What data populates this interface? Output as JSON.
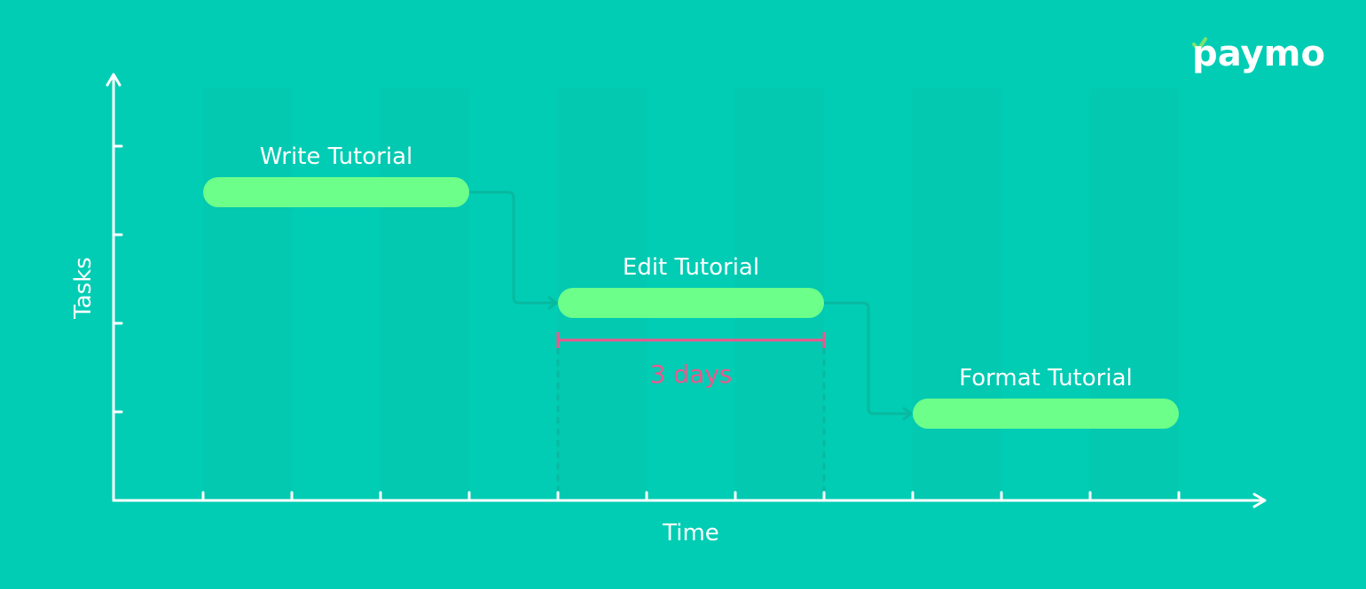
{
  "brand": {
    "name": "paymo",
    "check_color": "#7EE36A"
  },
  "axes": {
    "x_label": "Time",
    "y_label": "Tasks"
  },
  "tasks": [
    {
      "label": "Write Tutorial",
      "start": 1,
      "end": 4
    },
    {
      "label": "Edit Tutorial",
      "start": 5,
      "end": 8
    },
    {
      "label": "Format Tutorial",
      "start": 9,
      "end": 12
    }
  ],
  "duration_marker": {
    "label": "3 days",
    "color": "#F0568C"
  },
  "colors": {
    "background": "#00CDB4",
    "bar": "#6CFF8A",
    "axis": "#FFFFFF",
    "connector": "#08B9A0",
    "column_shade": "#05C7AE"
  }
}
